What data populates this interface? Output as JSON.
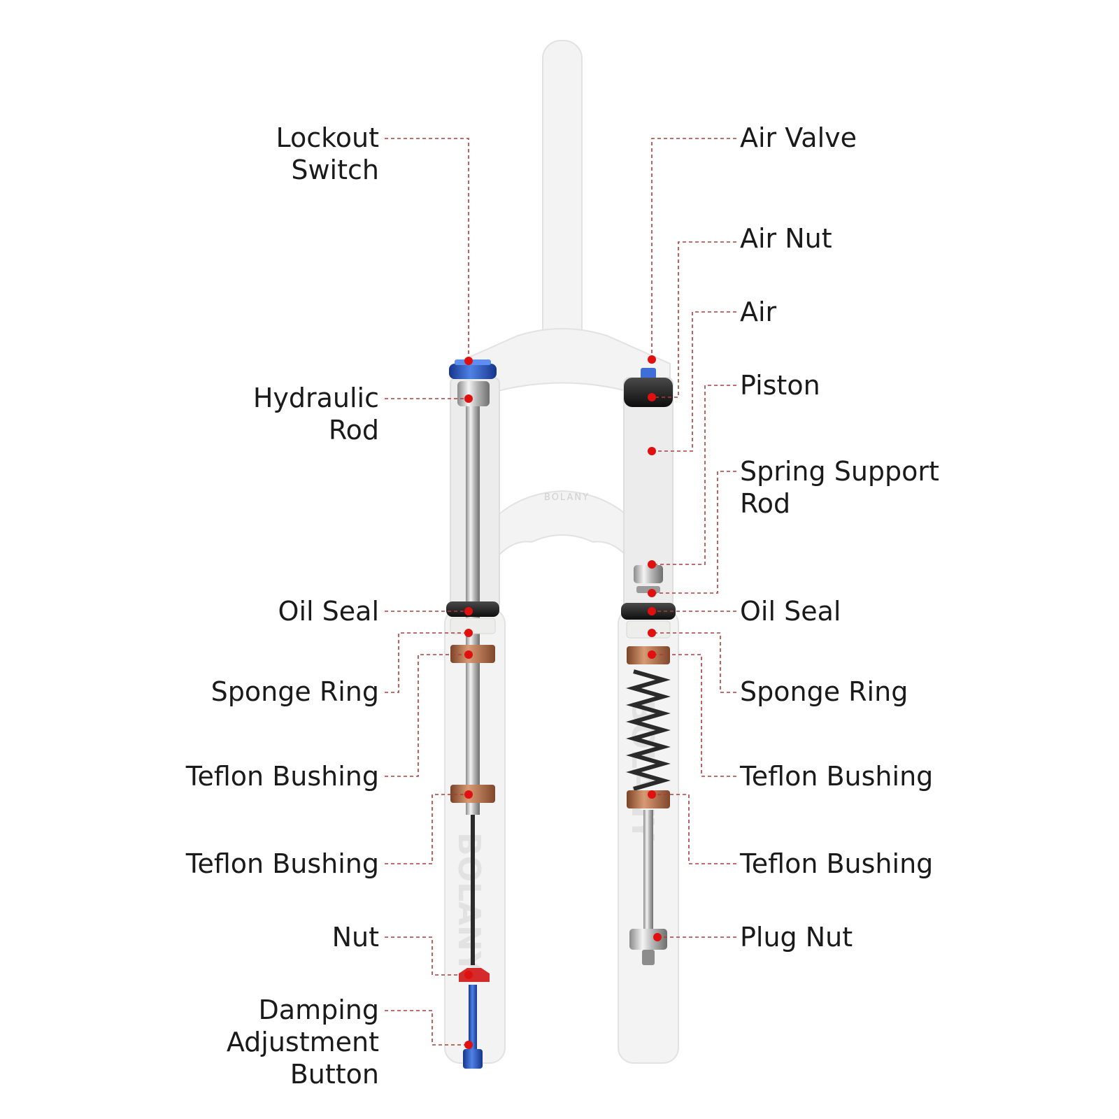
{
  "diagram": {
    "brand": "BOLANY",
    "parts": {
      "lockout_switch": [
        "Lockout",
        "Switch"
      ],
      "hydraulic_rod": [
        "Hydraulic",
        "Rod"
      ],
      "oil_seal_left": [
        "Oil Seal"
      ],
      "sponge_ring_left": [
        "Sponge Ring"
      ],
      "teflon_bushing_left_upper": [
        "Teflon Bushing"
      ],
      "teflon_bushing_left_lower": [
        "Teflon Bushing"
      ],
      "nut": [
        "Nut"
      ],
      "damping_adjustment_button": [
        "Damping",
        "Adjustment",
        "Button"
      ],
      "air_valve": [
        "Air Valve"
      ],
      "air_nut": [
        "Air Nut"
      ],
      "air": [
        "Air"
      ],
      "piston": [
        "Piston"
      ],
      "spring_support_rod": [
        "Spring Support",
        "Rod"
      ],
      "oil_seal_right": [
        "Oil Seal"
      ],
      "sponge_ring_right": [
        "Sponge Ring"
      ],
      "teflon_bushing_right_upper": [
        "Teflon Bushing"
      ],
      "teflon_bushing_right_lower": [
        "Teflon Bushing"
      ],
      "plug_nut": [
        "Plug Nut"
      ]
    },
    "colors": {
      "leader_line": "#b03a3a",
      "marker_dot": "#e01010",
      "lockout_knob": "#2f5fc4",
      "damping_button": "#2a5ad0",
      "nut": "#d42a2a",
      "bushing": "#b5714a",
      "oil_seal": "#1b1b1b"
    }
  }
}
